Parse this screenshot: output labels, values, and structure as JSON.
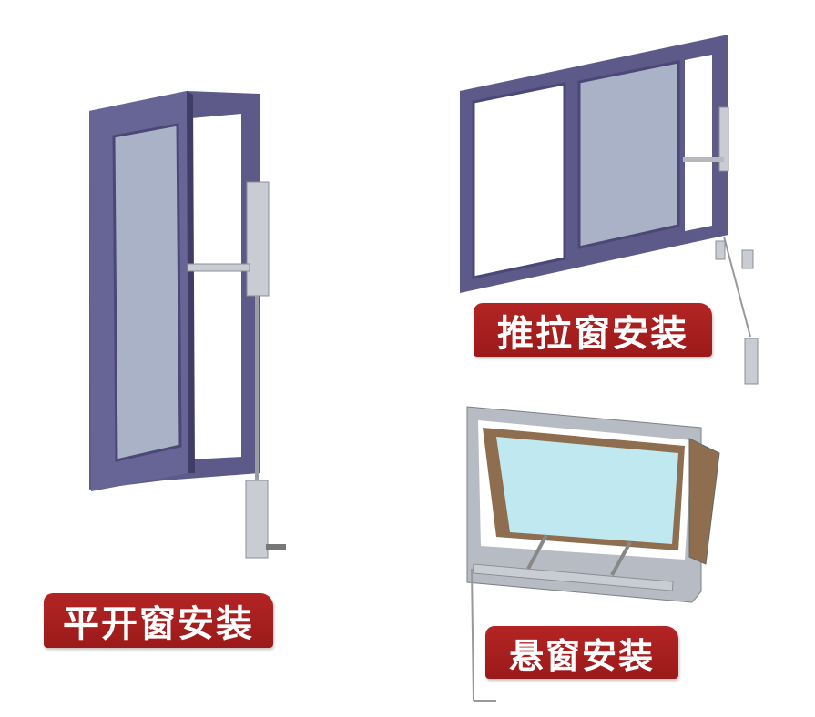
{
  "labels": {
    "casement": "平开窗安装",
    "sliding": "推拉窗安装",
    "awning": "悬窗安装"
  },
  "colors": {
    "label_bg": "#a81e1e",
    "frame": "#5d5a8a",
    "glass": "#a9b2c6",
    "awning_glass": "#bfe8f0"
  }
}
